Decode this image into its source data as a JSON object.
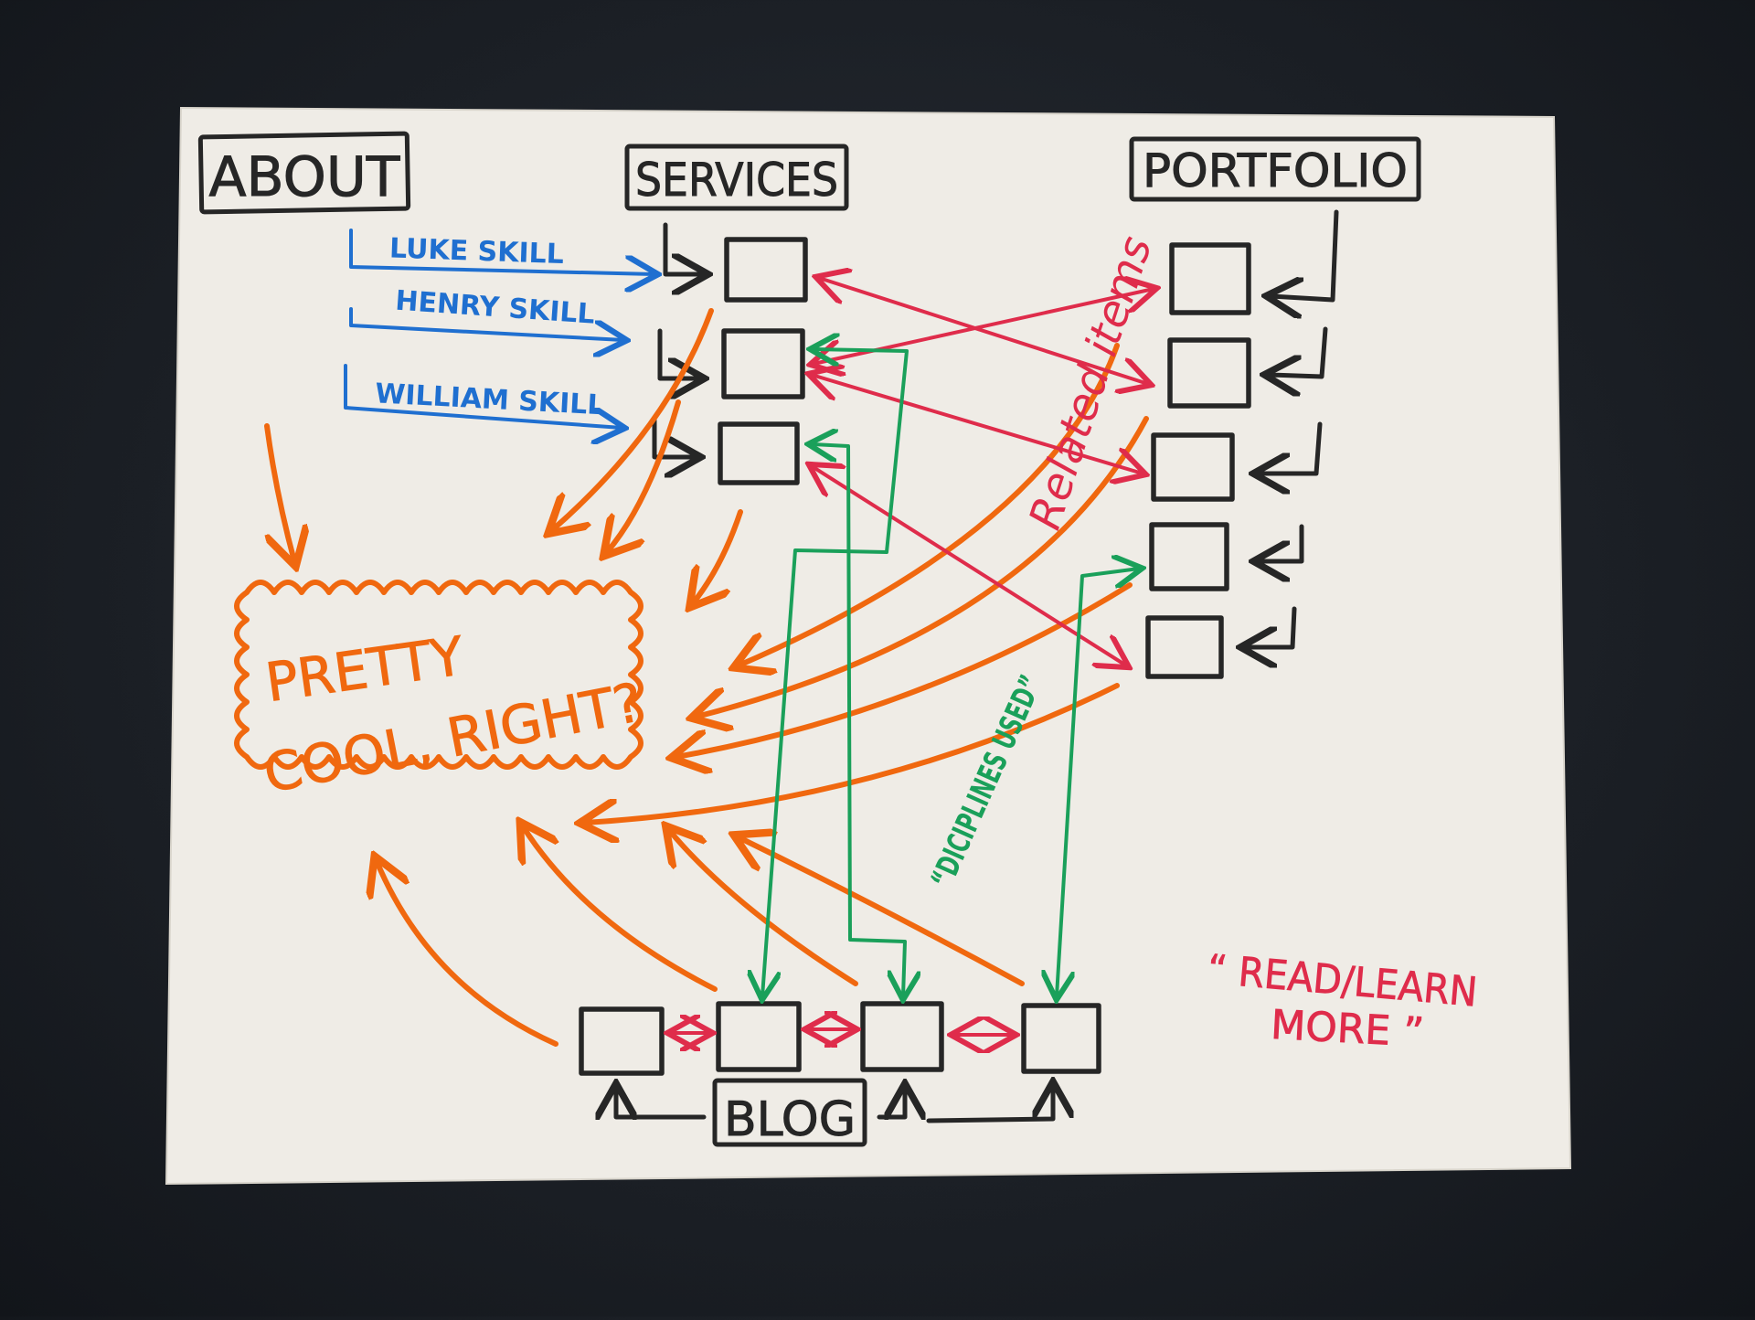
{
  "sections": {
    "about": "ABOUT",
    "services": "SERVICES",
    "portfolio": "PORTFOLIO",
    "blog": "BLOG"
  },
  "skills": [
    "LUKE SKILL",
    "HENRY SKILL",
    "WILLIAM SKILL"
  ],
  "callout": {
    "line1": "PRETTY",
    "line2": "COOL, RIGHT?"
  },
  "annotations": {
    "related_items": "Related items",
    "disciplines_used": "“DICIPLINES USED”",
    "read_learn_more_1": "“ READ/LEARN",
    "read_learn_more_2": "MORE ”"
  },
  "colors": {
    "paper": "#efece6",
    "ink_black": "#262626",
    "ink_blue": "#1f6fd0",
    "ink_orange": "#f0680f",
    "ink_red": "#df2c4b",
    "ink_green": "#1aa05a"
  }
}
